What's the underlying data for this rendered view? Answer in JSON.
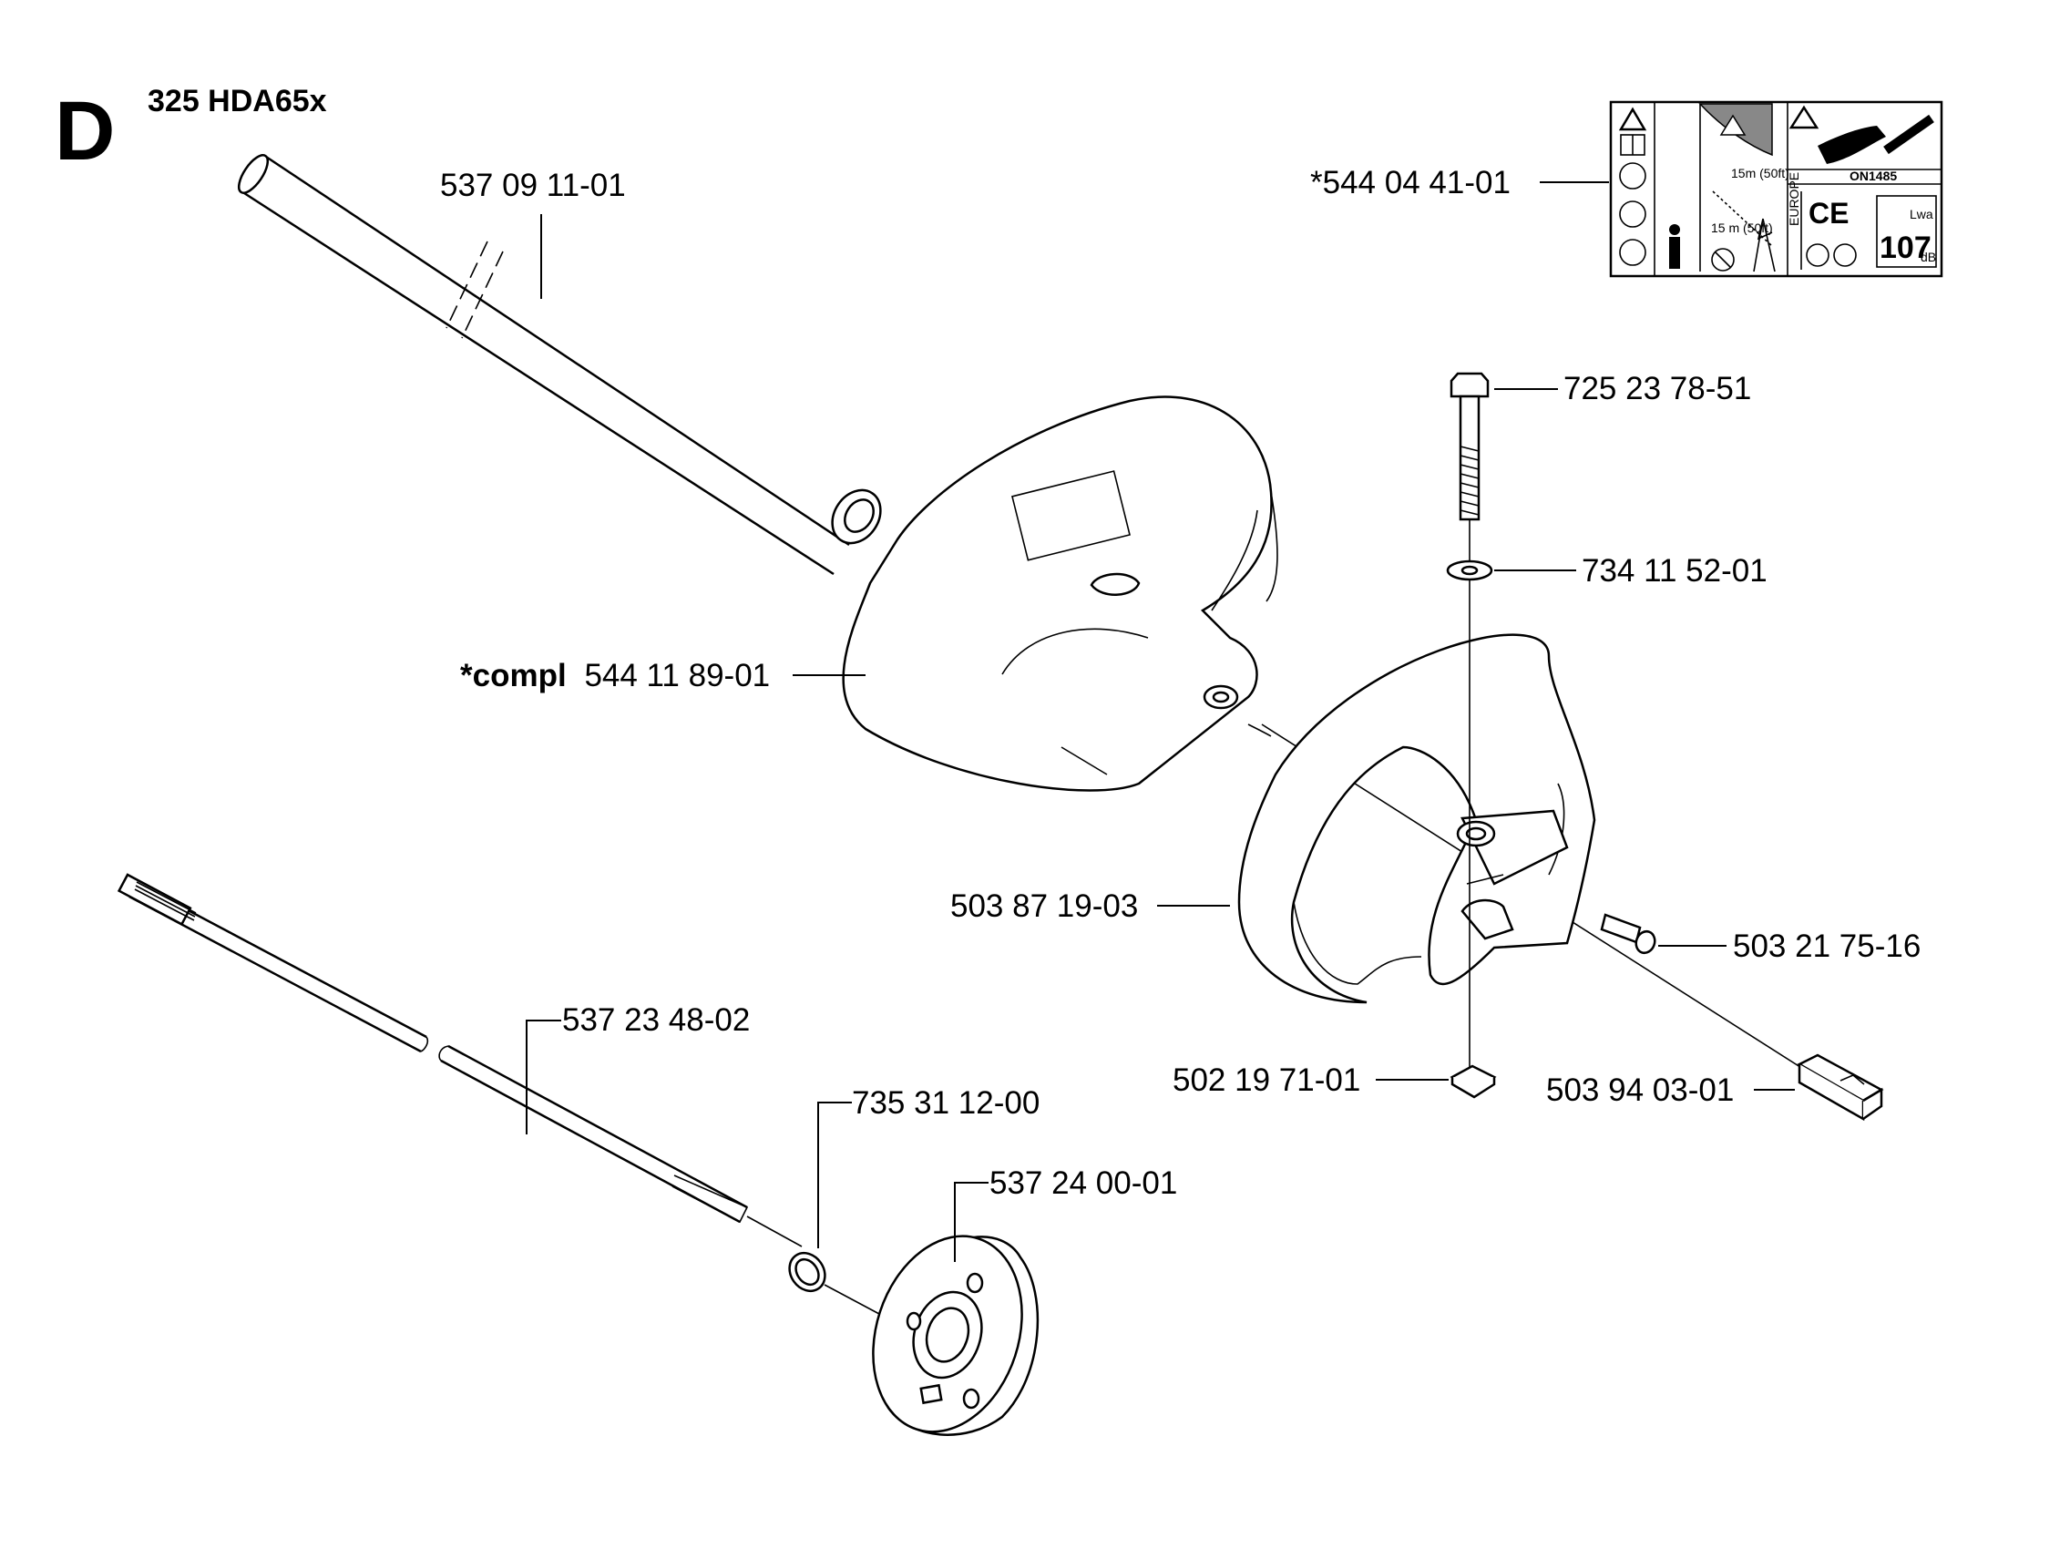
{
  "header": {
    "section_letter": "D",
    "model": "325 HDA65x"
  },
  "parts": [
    {
      "id": "tube",
      "number": "537 09 11-01"
    },
    {
      "id": "warning-decal",
      "number": "*544 04 41-01"
    },
    {
      "id": "bolt",
      "number": "725 23 78-51"
    },
    {
      "id": "washer",
      "number": "734 11 52-01"
    },
    {
      "id": "guard",
      "prefix": "*compl",
      "number": "544 11 89-01"
    },
    {
      "id": "loop-handle",
      "number": "503 87 19-03"
    },
    {
      "id": "screw",
      "number": "503 21 75-16"
    },
    {
      "id": "square-nut",
      "number": "502 19 71-01"
    },
    {
      "id": "clip",
      "number": "503 94 03-01"
    },
    {
      "id": "drive-shaft",
      "number": "537 23 48-02"
    },
    {
      "id": "o-ring",
      "number": "735 31 12-00"
    },
    {
      "id": "clutch-drum",
      "number": "537 24 00-01"
    }
  ],
  "decal": {
    "standard_text": "ON1485",
    "region_text": "EUROPE",
    "ce_mark": "CE",
    "sound_level": "107",
    "sound_unit": "dB",
    "sound_symbol": "Lwa",
    "distance_text_1": "15m (50ft)",
    "distance_text_2": "15 m (50ft)"
  }
}
